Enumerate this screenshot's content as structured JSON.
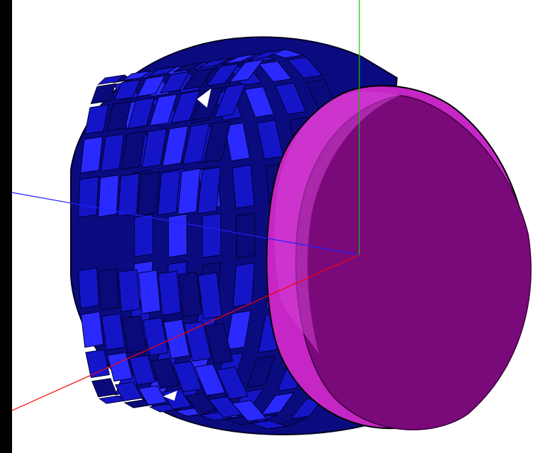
{
  "viewer": {
    "background": "#ffffff",
    "left_bar_color": "#000000"
  },
  "scene": {
    "description_type": "3d-geometry-render",
    "colors": {
      "block_dark": "#0a0a7a",
      "block_mid": "#1515c8",
      "block_bright": "#2a2aff",
      "block_edge": "#000033",
      "endcap_fill": "#7a0a7a",
      "endcap_edge_band": "#c020c0",
      "endcap_highlight": "#d040d0"
    },
    "axes": [
      {
        "name": "y-axis",
        "color": "#00cc00"
      },
      {
        "name": "z-axis",
        "color": "#2020ff"
      },
      {
        "name": "x-axis",
        "color": "#ff0000"
      }
    ]
  }
}
